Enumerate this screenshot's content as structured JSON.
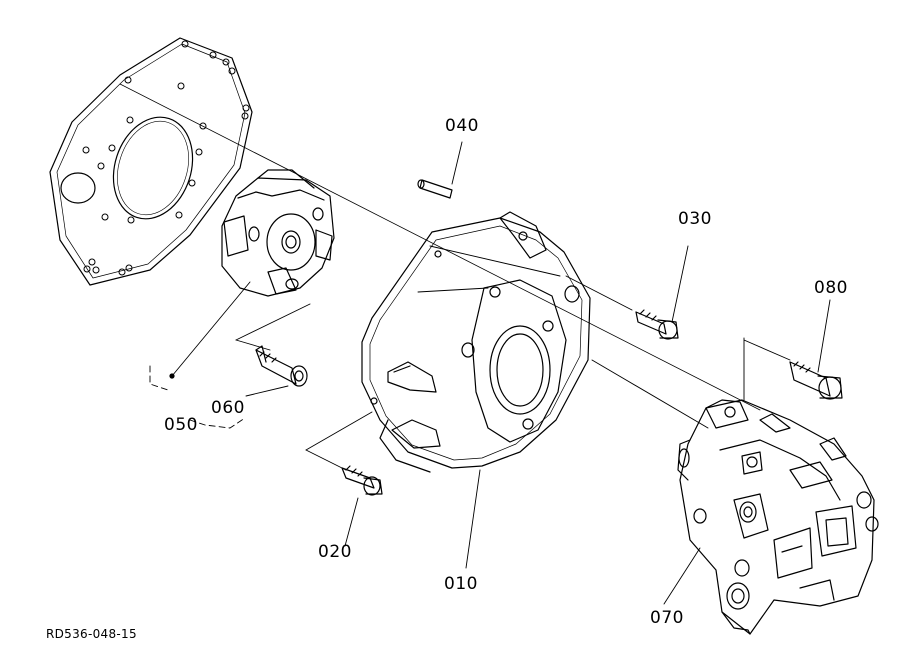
{
  "diagram": {
    "drawing_code": "RD536-048-15",
    "callouts": [
      {
        "id": "p010",
        "text": "010",
        "part": "bell-housing"
      },
      {
        "id": "p020",
        "text": "020",
        "part": "flange-bolt-lower"
      },
      {
        "id": "p030",
        "text": "030",
        "part": "flange-bolt-upper"
      },
      {
        "id": "p040",
        "text": "040",
        "part": "dowel-pin"
      },
      {
        "id": "p050",
        "text": "050",
        "part": "coupling-assembly"
      },
      {
        "id": "p060",
        "text": "060",
        "part": "socket-head-bolt"
      },
      {
        "id": "p070",
        "text": "070",
        "part": "hydraulic-pump"
      },
      {
        "id": "p080",
        "text": "080",
        "part": "pump-bolt"
      }
    ]
  }
}
